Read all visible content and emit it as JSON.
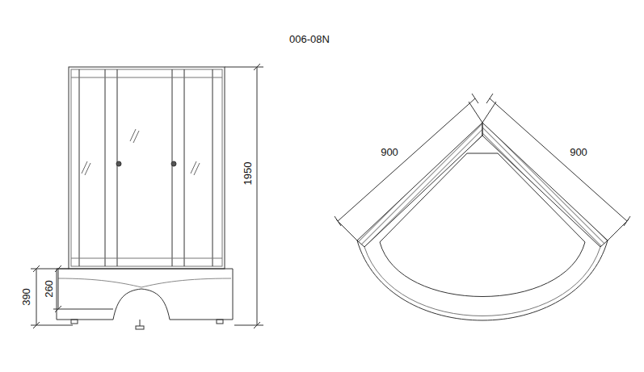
{
  "diagram": {
    "title": "006-08N",
    "labels": [
      "1950",
      "390",
      "260",
      "900",
      "900"
    ]
  }
}
